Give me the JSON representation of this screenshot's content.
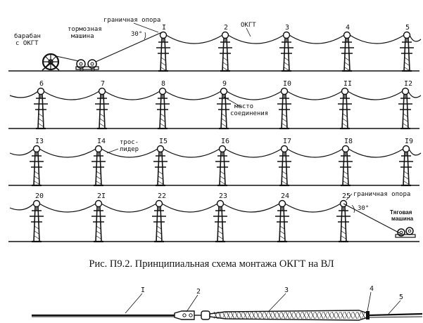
{
  "labels": {
    "drum_line1": "барабан",
    "drum_line2": "с ОКГТ",
    "brake_line1": "тормозная",
    "brake_line2": "машина",
    "boundary_top": "граничная опора",
    "angle_top": "30°",
    "okgt": "ОКГТ",
    "joint_line1": "место",
    "joint_line2": "соединения",
    "leader_line1": "трос-",
    "leader_line2": "лидер",
    "boundary_bottom": "граничная опора",
    "angle_bottom": "30°",
    "puller_line1": "Тяговая",
    "puller_line2": "машина"
  },
  "rows": [
    {
      "towers": [
        "I",
        "2",
        "3",
        "4",
        "5"
      ]
    },
    {
      "towers": [
        "6",
        "7",
        "8",
        "9",
        "I0",
        "II",
        "I2"
      ]
    },
    {
      "towers": [
        "I3",
        "I4",
        "I5",
        "I6",
        "I7",
        "I8",
        "I9"
      ]
    },
    {
      "towers": [
        "20",
        "2I",
        "22",
        "23",
        "24",
        "25"
      ]
    }
  ],
  "caption": "Рис. П9.2. Принципиальная схема монтажа ОКГТ на ВЛ",
  "detail": {
    "markers": [
      "I",
      "2",
      "3",
      "4",
      "5"
    ]
  }
}
